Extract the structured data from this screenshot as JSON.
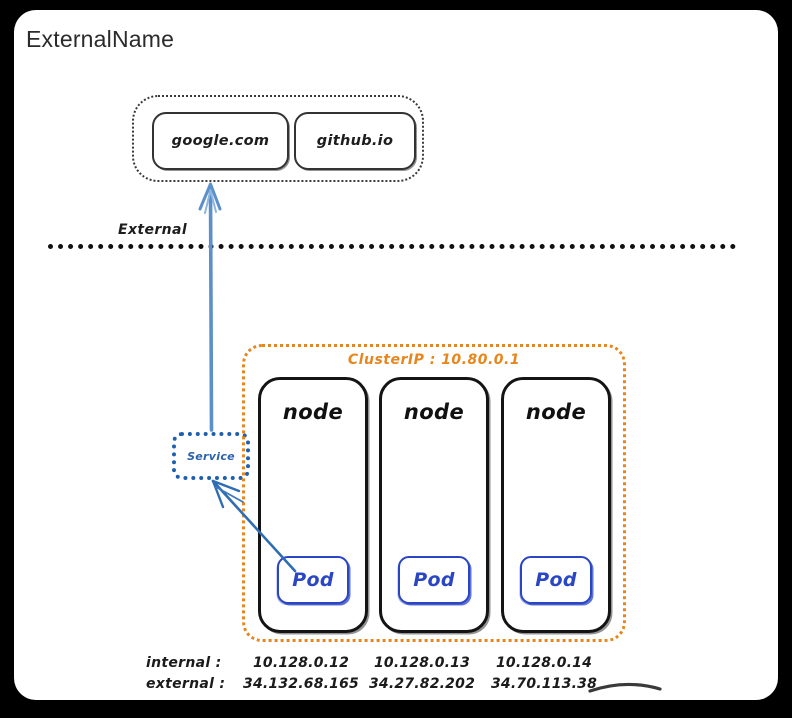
{
  "title": "ExternalName",
  "external": {
    "boundary_label": "External",
    "domains": [
      {
        "label": "google.com"
      },
      {
        "label": "github.io"
      }
    ]
  },
  "service": {
    "label": "Service"
  },
  "cluster": {
    "ip_label": "ClusterIP : 10.80.0.1",
    "accent_color": "#e8861e",
    "nodes": [
      {
        "label": "node",
        "pod_label": "Pod"
      },
      {
        "label": "node",
        "pod_label": "Pod"
      },
      {
        "label": "node",
        "pod_label": "Pod"
      }
    ]
  },
  "ip_table": {
    "row_labels": [
      "internal :",
      "external :"
    ],
    "internal": [
      "10.128.0.12",
      "10.128.0.13",
      "10.128.0.14"
    ],
    "external": [
      "34.132.68.165",
      "34.27.82.202",
      "34.70.113.38"
    ]
  },
  "colors": {
    "blue": "#2b46c4",
    "service_blue": "#1f5fb0",
    "arrow_blue": "#4d86c6",
    "orange": "#e8861e",
    "ink": "#141414",
    "canvas": "#ffffff",
    "backdrop": "#000000"
  }
}
